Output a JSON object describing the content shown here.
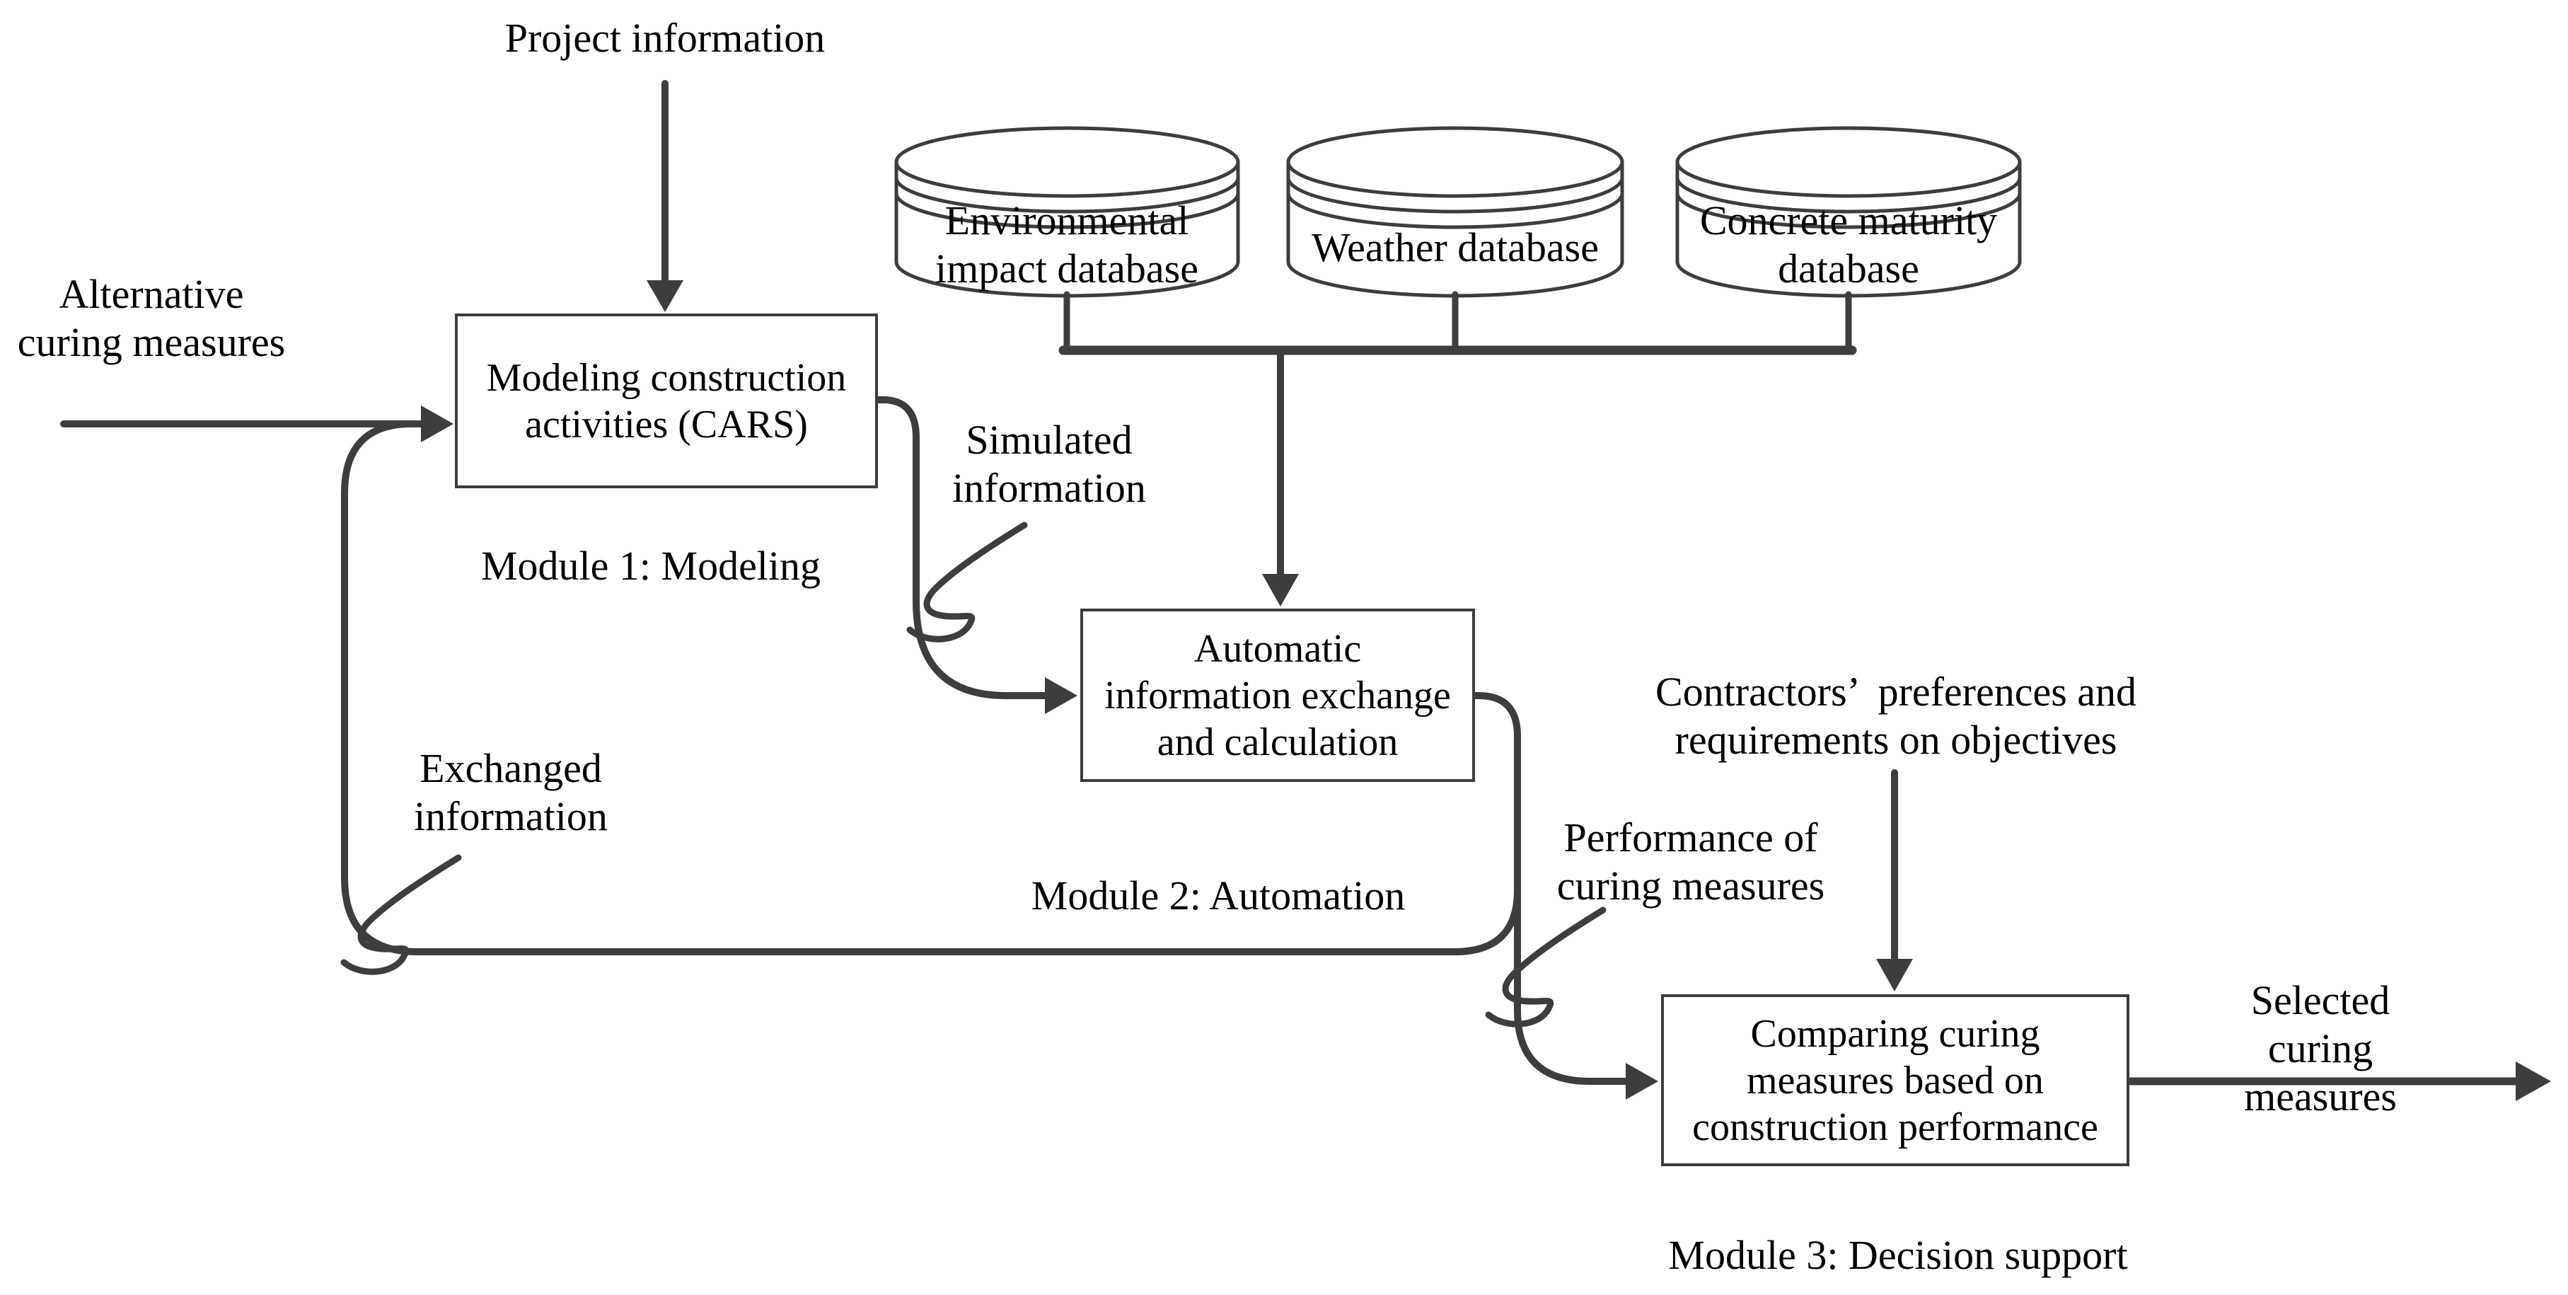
{
  "diagram": {
    "background": "#ffffff",
    "stroke_color": "#3d3d3d",
    "text_color": "#000000",
    "labels": {
      "project_information": "Project information",
      "alternative_curing": "Alternative\ncuring measures",
      "simulated_information": "Simulated\ninformation",
      "exchanged_information": "Exchanged\ninformation",
      "contractors_preferences": "Contractors’  preferences and\nrequirements on objectives",
      "performance_of_curing": "Performance of\ncuring measures",
      "selected_curing": "Selected curing\nmeasures"
    },
    "databases": [
      {
        "label": "Environmental\nimpact database"
      },
      {
        "label": "Weather database"
      },
      {
        "label": "Concrete maturity\ndatabase"
      }
    ],
    "modules": [
      {
        "box": "Modeling construction\nactivities (CARS)",
        "caption": "Module 1: Modeling"
      },
      {
        "box": "Automatic\ninformation exchange\nand calculation",
        "caption": "Module 2: Automation"
      },
      {
        "box": "Comparing curing\nmeasures based on\nconstruction performance",
        "caption": "Module 3: Decision support"
      }
    ]
  }
}
